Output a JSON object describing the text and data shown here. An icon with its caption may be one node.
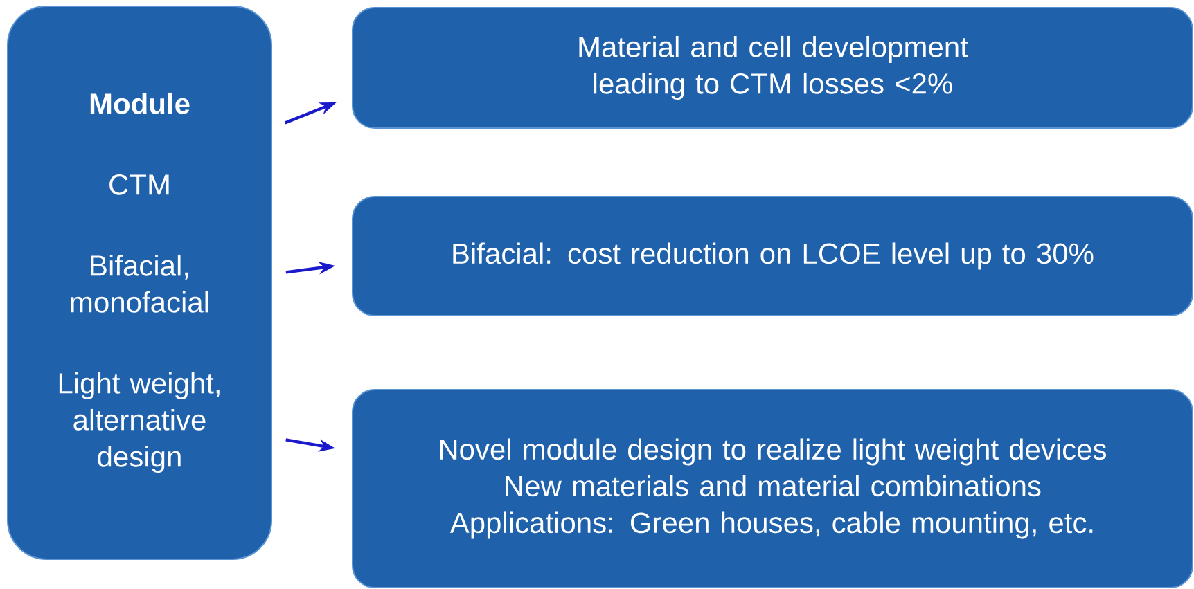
{
  "diagram": {
    "nodes": [
      {
        "text": [
          "Module",
          "CTM",
          "Bifacial, monofacial",
          "Light weight, alternative design"
        ]
      },
      {
        "text": [
          "Material and cell development  leading to CTM losses <2%"
        ]
      },
      {
        "text": [
          "Bifacial: cost reduction on LCOE level up to 30%"
        ]
      },
      {
        "text": [
          "Novel module design to realize light weight devices",
          "New materials and material combinations",
          "Applications: Green houses, cable mounting, etc."
        ]
      }
    ],
    "edges": [
      {
        "from": 0,
        "to": 1,
        "arrow": "to"
      },
      {
        "from": 0,
        "to": 2,
        "arrow": "to"
      },
      {
        "from": 0,
        "to": 3,
        "arrow": "to"
      }
    ]
  }
}
